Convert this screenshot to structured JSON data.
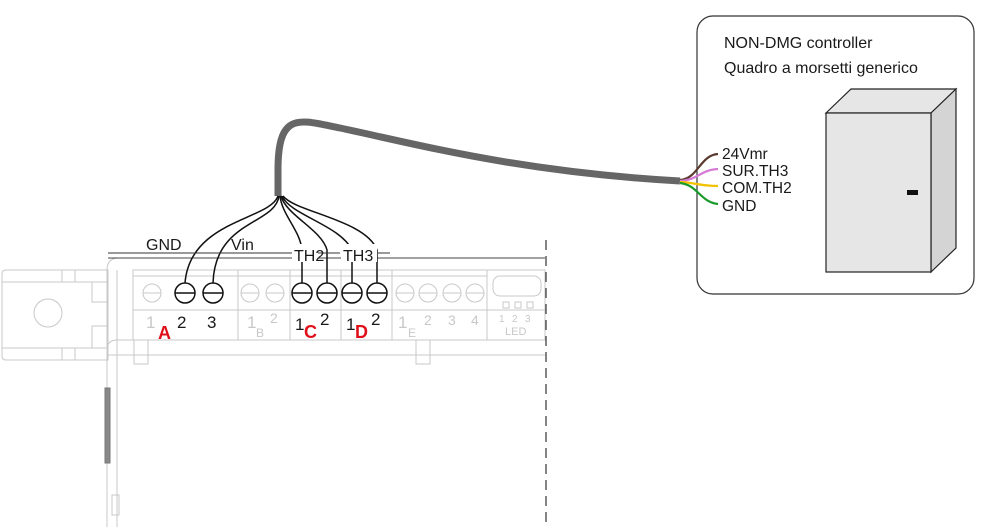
{
  "controller": {
    "title_line1": "NON-DMG controller",
    "title_line2": "Quadro a morsetti generico",
    "wires": [
      {
        "label": "24Vmr",
        "color": "#5a3a2e"
      },
      {
        "label": "SUR.TH3",
        "color": "#d67ad6"
      },
      {
        "label": "COM.TH2",
        "color": "#f2c200"
      },
      {
        "label": "GND",
        "color": "#1a9a2a"
      }
    ]
  },
  "cable": {
    "color": "#666666"
  },
  "device": {
    "wire_labels": {
      "gnd": "GND",
      "vin": "Vin",
      "th2": "TH2",
      "th3": "TH3"
    },
    "blocks": {
      "A": {
        "name": "A",
        "pins": [
          "1",
          "2",
          "3"
        ]
      },
      "B": {
        "name": "B",
        "pins": [
          "1",
          "2"
        ]
      },
      "C": {
        "name": "C",
        "pins": [
          "1",
          "2"
        ]
      },
      "D": {
        "name": "D",
        "pins": [
          "1",
          "2"
        ]
      },
      "E": {
        "name": "E",
        "pins": [
          "1",
          "2",
          "3",
          "4"
        ]
      },
      "LED": {
        "name": "LED",
        "pins": [
          "1",
          "2",
          "3"
        ]
      }
    },
    "accent_color": "#e0101a"
  }
}
